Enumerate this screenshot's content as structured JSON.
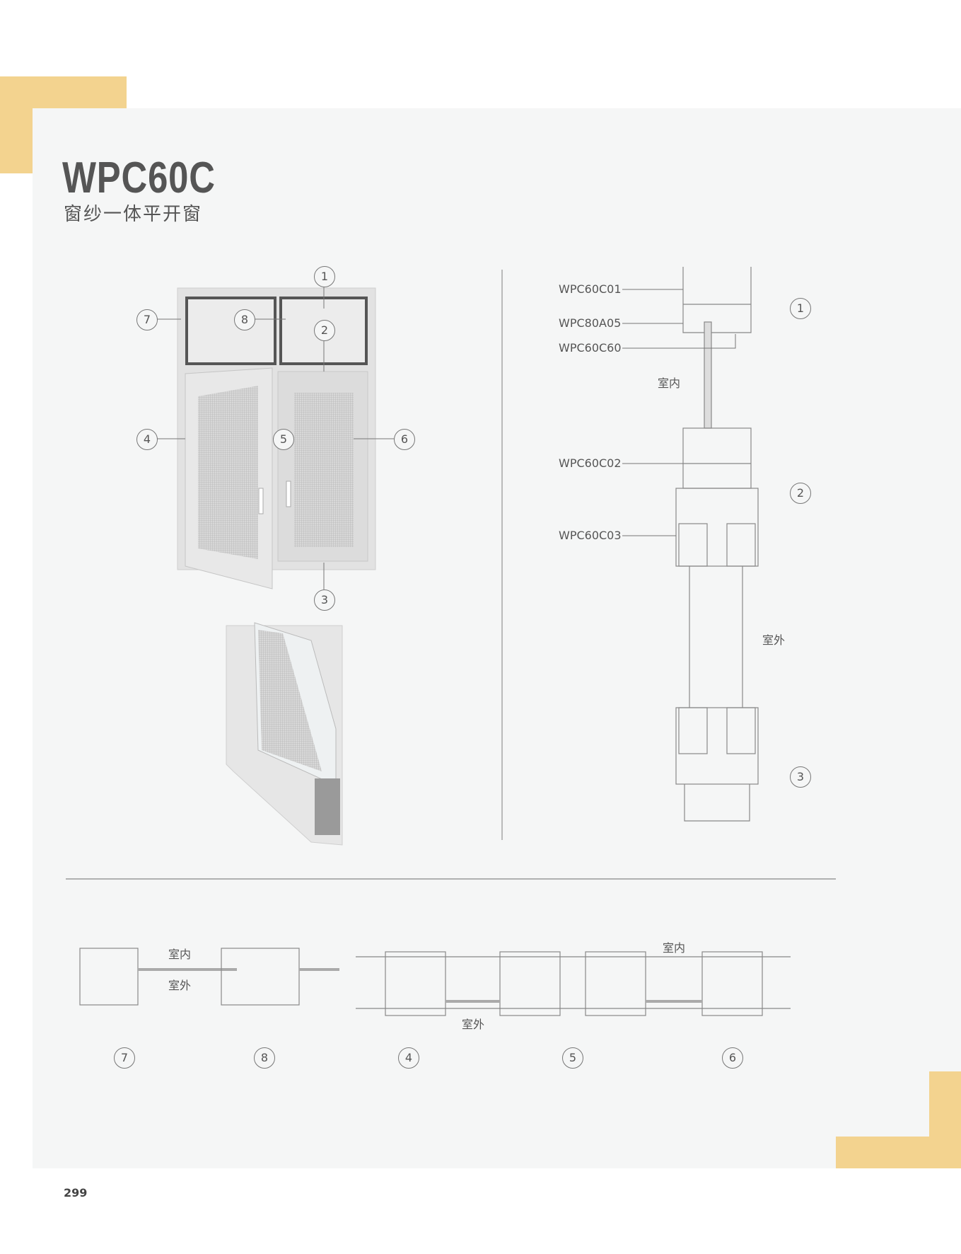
{
  "header": {
    "model": "WPC60C",
    "subtitle": "窗纱一体平开窗"
  },
  "colors": {
    "accent": "#f3d38f",
    "panel": "#f5f6f6",
    "text": "#555555"
  },
  "window_callouts": [
    "1",
    "7",
    "8",
    "2",
    "4",
    "5",
    "6",
    "3"
  ],
  "section_labels": {
    "part1": "WPC60C01",
    "part2": "WPC80A05",
    "part3": "WPC60C60",
    "part4": "WPC60C02",
    "part5": "WPC60C03",
    "indoor": "室内",
    "outdoor": "室外"
  },
  "section_callouts": [
    "1",
    "2",
    "3"
  ],
  "bottom": {
    "indoor_left": "室内",
    "outdoor_left": "室外",
    "indoor_right": "室内",
    "outdoor_right": "室外",
    "callouts": [
      "7",
      "8",
      "4",
      "5",
      "6"
    ]
  },
  "page_number": "299"
}
